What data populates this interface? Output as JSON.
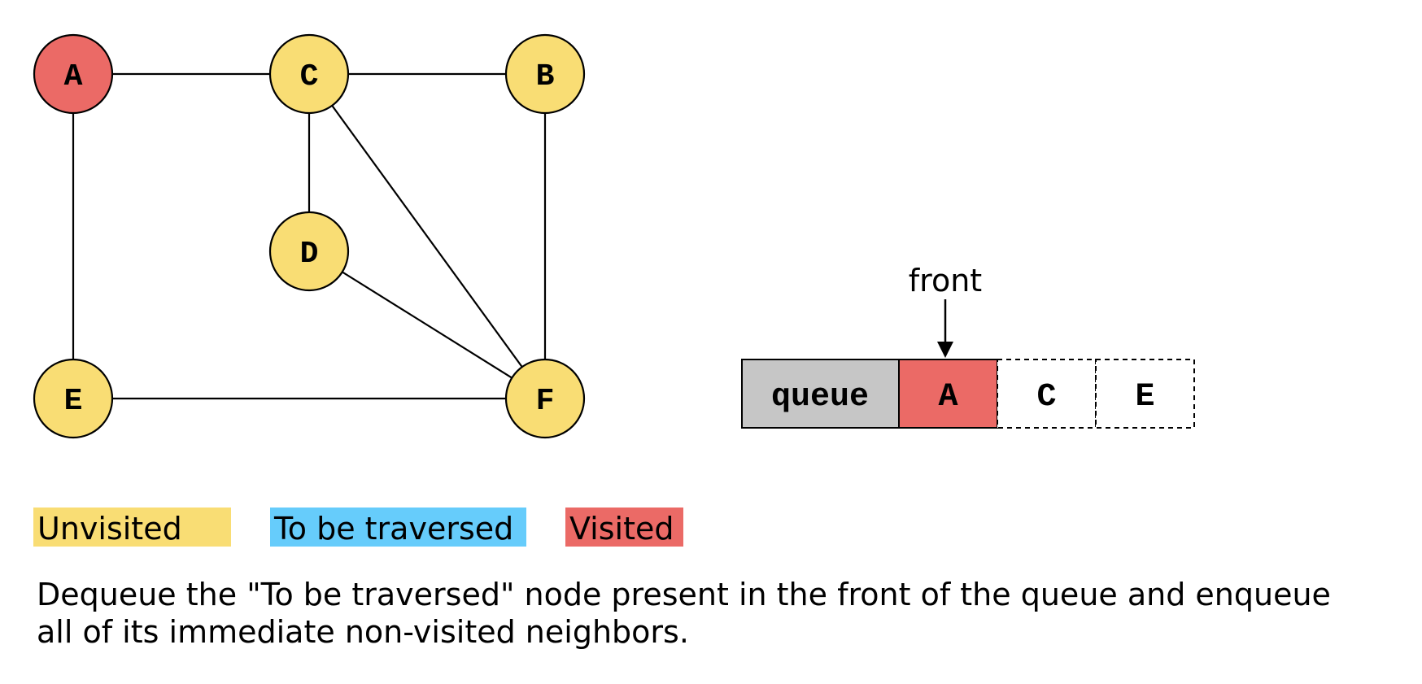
{
  "colors": {
    "unvisited": "#f9dd74",
    "to_be_traversed": "#66ccfb",
    "visited": "#eb6a66",
    "queue_label_bg": "#c6c6c6",
    "empty_cell": "#ffffff",
    "stroke": "#000000"
  },
  "graph": {
    "nodes": [
      {
        "id": "A",
        "state": "visited"
      },
      {
        "id": "C",
        "state": "unvisited"
      },
      {
        "id": "B",
        "state": "unvisited"
      },
      {
        "id": "D",
        "state": "unvisited"
      },
      {
        "id": "E",
        "state": "unvisited"
      },
      {
        "id": "F",
        "state": "unvisited"
      }
    ],
    "edges": [
      [
        "A",
        "C"
      ],
      [
        "C",
        "B"
      ],
      [
        "A",
        "E"
      ],
      [
        "C",
        "D"
      ],
      [
        "C",
        "F"
      ],
      [
        "B",
        "F"
      ],
      [
        "D",
        "F"
      ],
      [
        "E",
        "F"
      ]
    ]
  },
  "queue": {
    "label": "queue",
    "front_label": "front",
    "cells": [
      {
        "value": "A",
        "state": "visited",
        "border": "solid"
      },
      {
        "value": "C",
        "state": "empty",
        "border": "dashed"
      },
      {
        "value": "E",
        "state": "empty",
        "border": "dashed"
      }
    ]
  },
  "legend": [
    {
      "label": "Unvisited",
      "state": "unvisited"
    },
    {
      "label": "To be traversed",
      "state": "to_be_traversed"
    },
    {
      "label": "Visited",
      "state": "visited"
    }
  ],
  "caption": {
    "line1": "Dequeue the \"To be traversed\" node present in the front of the queue and enqueue",
    "line2": "all of its immediate non-visited neighbors."
  }
}
